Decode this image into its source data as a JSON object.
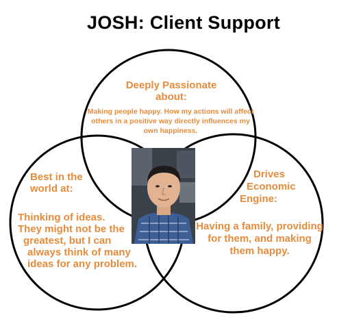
{
  "title": "JOSH: Client Support",
  "circles": {
    "top": {
      "heading": "Deeply Passionate about:",
      "body": "Making people happy. How my actions will affect others in a positive way directly influences my own happiness."
    },
    "left": {
      "heading": "Best in the world at:",
      "body_lines": [
        "Thinking of ideas.",
        "They might not be the",
        "greatest, but I can",
        "always think of many",
        "ideas for any problem."
      ]
    },
    "right": {
      "heading_lines": [
        "Drives",
        "Economic",
        "Engine:"
      ],
      "body": "Having a family, providing for them, and making them happy."
    }
  },
  "colors": {
    "text_accent": "#e58c3c",
    "circle_stroke": "#000000",
    "title": "#000000"
  },
  "photo": {
    "icon": "person-photo"
  }
}
